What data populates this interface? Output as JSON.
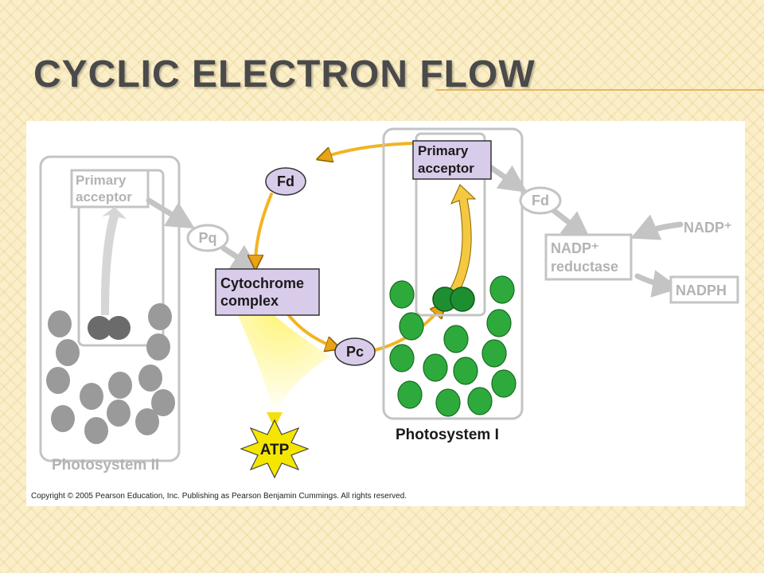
{
  "slide": {
    "title": "CYCLIC ELECTRON FLOW"
  },
  "diagram": {
    "photosystem_ii": {
      "label": "Photosystem II",
      "primary_acceptor_line1": "Primary",
      "primary_acceptor_line2": "acceptor"
    },
    "photosystem_i": {
      "label": "Photosystem I",
      "primary_acceptor_line1": "Primary",
      "primary_acceptor_line2": "acceptor"
    },
    "carriers": {
      "pq": "Pq",
      "fd_cycle": "Fd",
      "pc": "Pc",
      "fd_linear": "Fd"
    },
    "cytochrome_complex": {
      "line1": "Cytochrome",
      "line2": "complex"
    },
    "nadp_reductase": {
      "line1": "NADP⁺",
      "line2": "reductase"
    },
    "nadp_plus": "NADP⁺",
    "nadph": "NADPH",
    "atp": "ATP",
    "colors": {
      "faded": "#c4c4c4",
      "faded_text": "#b3b3b3",
      "lavender": "#d9ccea",
      "cycle_arrow": "#f2b422",
      "green": "#2eaa3c",
      "gray_circle": "#9a9a9a"
    }
  },
  "copyright": "Copyright ©  2005 Pearson Education, Inc. Publishing as Pearson Benjamin Cummings. All rights reserved."
}
